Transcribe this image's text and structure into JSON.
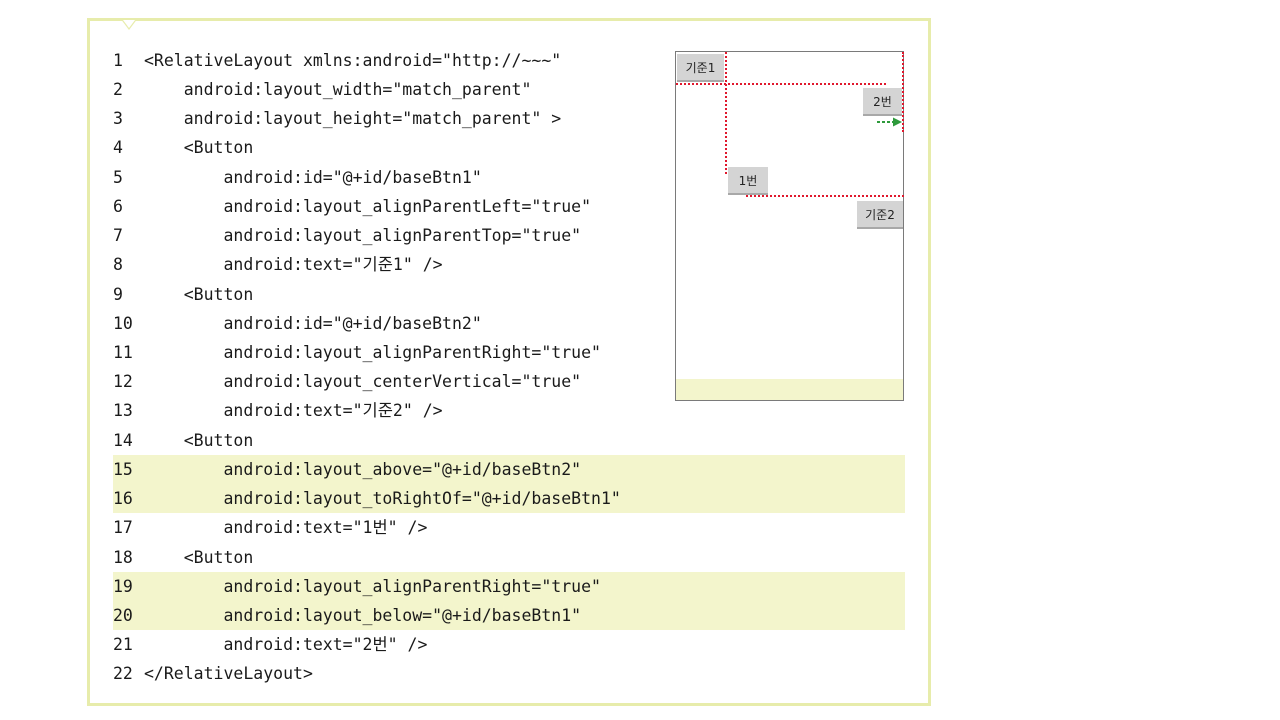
{
  "code": {
    "lines": [
      {
        "n": "1",
        "text": "<RelativeLayout xmlns:android=\"http://~~~\""
      },
      {
        "n": "2",
        "text": "    android:layout_width=\"match_parent\""
      },
      {
        "n": "3",
        "text": "    android:layout_height=\"match_parent\" >"
      },
      {
        "n": "4",
        "text": "    <Button"
      },
      {
        "n": "5",
        "text": "        android:id=\"@+id/baseBtn1\""
      },
      {
        "n": "6",
        "text": "        android:layout_alignParentLeft=\"true\""
      },
      {
        "n": "7",
        "text": "        android:layout_alignParentTop=\"true\""
      },
      {
        "n": "8",
        "text": "        android:text=\"기준1\" />"
      },
      {
        "n": "9",
        "text": "    <Button"
      },
      {
        "n": "10",
        "text": "        android:id=\"@+id/baseBtn2\""
      },
      {
        "n": "11",
        "text": "        android:layout_alignParentRight=\"true\""
      },
      {
        "n": "12",
        "text": "        android:layout_centerVertical=\"true\""
      },
      {
        "n": "13",
        "text": "        android:text=\"기준2\" />"
      },
      {
        "n": "14",
        "text": "    <Button"
      },
      {
        "n": "15",
        "text": "        android:layout_above=\"@+id/baseBtn2\""
      },
      {
        "n": "16",
        "text": "        android:layout_toRightOf=\"@+id/baseBtn1\""
      },
      {
        "n": "17",
        "text": "        android:text=\"1번\" />"
      },
      {
        "n": "18",
        "text": "    <Button"
      },
      {
        "n": "19",
        "text": "        android:layout_alignParentRight=\"true\""
      },
      {
        "n": "20",
        "text": "        android:layout_below=\"@+id/baseBtn1\""
      },
      {
        "n": "21",
        "text": "        android:text=\"2번\" />"
      },
      {
        "n": "22",
        "text": "</RelativeLayout>"
      }
    ]
  },
  "preview": {
    "base1_label": "기준1",
    "base2_label": "기준2",
    "btn1_label": "1번",
    "btn2_label": "2번"
  },
  "colors": {
    "highlight": "#f3f5cc",
    "frame": "#e7ecab",
    "guide_line": "#e0182d",
    "arrow": "#2e9a3c"
  }
}
